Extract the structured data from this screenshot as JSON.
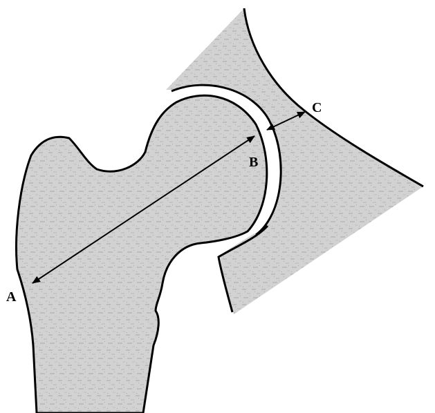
{
  "diagram": {
    "labels": {
      "a": "A",
      "b": "B",
      "c": "C"
    },
    "colors": {
      "bone_fill": "#d2d2d2",
      "outline": "#000000",
      "background": "#ffffff"
    }
  }
}
